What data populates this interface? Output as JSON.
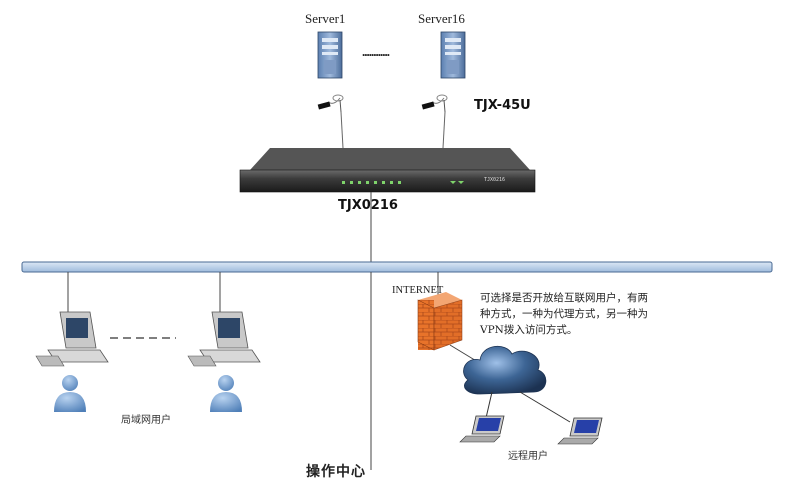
{
  "servers": {
    "first": "Server1",
    "last": "Server16",
    "ellipsis": "............"
  },
  "adapter_label": "TJX-45U",
  "switch": {
    "name": "TJX0216",
    "panel_text": "TJX0216"
  },
  "internet_label": "INTERNET",
  "remote_note": "可选择是否开放给互联网用户，有两种方式，一种为代理方式，另一种为VPN拨入访问方式。",
  "lan_users_label": "局域网用户",
  "remote_users_label": "远程用户",
  "footer_label": "操作中心",
  "colors": {
    "bus": "#b9cfe6",
    "bus_edge": "#4a6a93",
    "firewall": "#e8732a",
    "cloud": "#3a5d86",
    "user": "#6d9bd0"
  }
}
